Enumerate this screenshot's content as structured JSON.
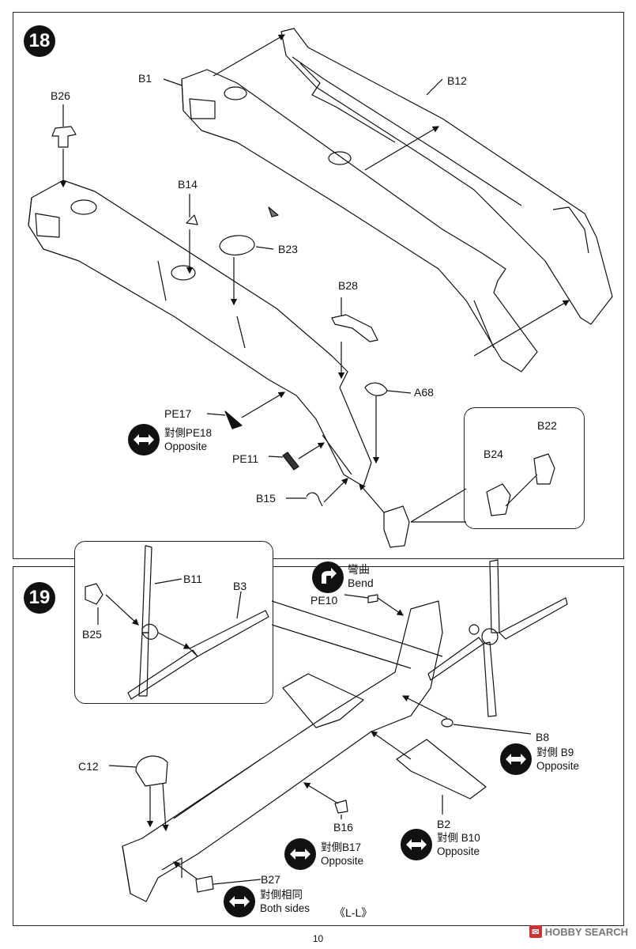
{
  "steps": [
    {
      "number": "18",
      "labels": {
        "b1": "B1",
        "b12": "B12",
        "b26": "B26",
        "b14": "B14",
        "b23": "B23",
        "b28": "B28",
        "a68": "A68",
        "pe17": "PE17",
        "pe11": "PE11",
        "b15": "B15",
        "b22": "B22",
        "b24": "B24"
      },
      "note_pe18": {
        "line1": "對側PE18",
        "line2": "Opposite"
      }
    },
    {
      "number": "19",
      "labels": {
        "b11": "B11",
        "b3": "B3",
        "b25": "B25",
        "pe10": "PE10",
        "b8": "B8",
        "c12": "C12",
        "b16": "B16",
        "b2": "B2",
        "b27": "B27"
      },
      "bend": {
        "line1": "彎曲",
        "line2": "Bend"
      },
      "note_b9": {
        "line1": "對側 B9",
        "line2": "Opposite"
      },
      "note_b17": {
        "line1": "對側B17",
        "line2": "Opposite"
      },
      "note_b10": {
        "line1": "對側 B10",
        "line2": "Opposite"
      },
      "note_both": {
        "line1": "對側相同",
        "line2": "Both sides"
      },
      "section_mark": "《L-L》"
    }
  ],
  "page_number": "10",
  "watermark": "HOBBY SEARCH"
}
